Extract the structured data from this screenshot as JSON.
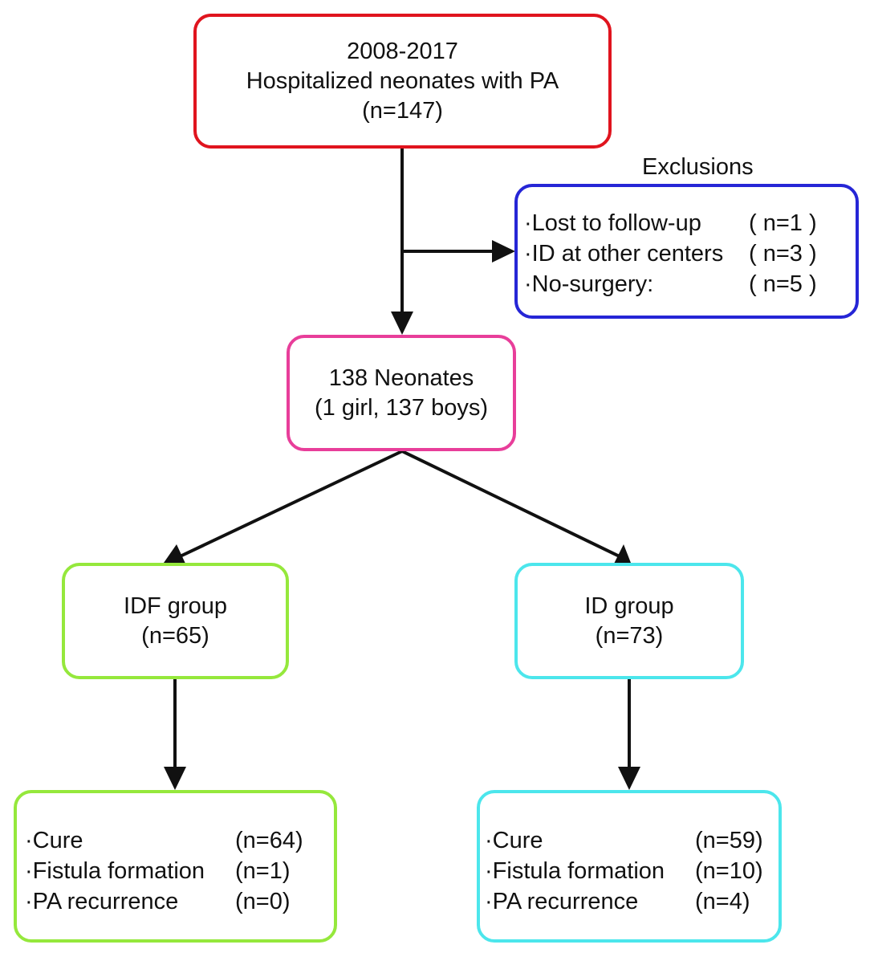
{
  "colors": {
    "start_border": "#e0141e",
    "exclusions_border": "#2626d6",
    "neonates_border": "#e83e9a",
    "idf_border": "#95e83c",
    "id_border": "#4ce6ec",
    "arrow": "#111111",
    "text": "#111111"
  },
  "start": {
    "lines": [
      "2008-2017",
      "Hospitalized neonates with PA",
      "(n=147)"
    ]
  },
  "exclusions": {
    "title": "Exclusions",
    "items": [
      {
        "label": "·Lost to follow-up",
        "count": "( n=1 )"
      },
      {
        "label": "·ID at other centers",
        "count": "( n=3 )"
      },
      {
        "label": "·No-surgery:",
        "count": "( n=5 )"
      }
    ]
  },
  "neonates": {
    "lines": [
      "138 Neonates",
      "(1 girl, 137 boys)"
    ]
  },
  "idf_group": {
    "lines": [
      "IDF group",
      "(n=65)"
    ],
    "outcomes": [
      {
        "label": "·Cure",
        "count": "(n=64)"
      },
      {
        "label": "·Fistula formation",
        "count": "(n=1)"
      },
      {
        "label": "·PA recurrence",
        "count": "(n=0)"
      }
    ]
  },
  "id_group": {
    "lines": [
      "ID group",
      "(n=73)"
    ],
    "outcomes": [
      {
        "label": "·Cure",
        "count": "(n=59)"
      },
      {
        "label": "·Fistula formation",
        "count": "(n=10)"
      },
      {
        "label": "·PA recurrence",
        "count": "(n=4)"
      }
    ]
  }
}
